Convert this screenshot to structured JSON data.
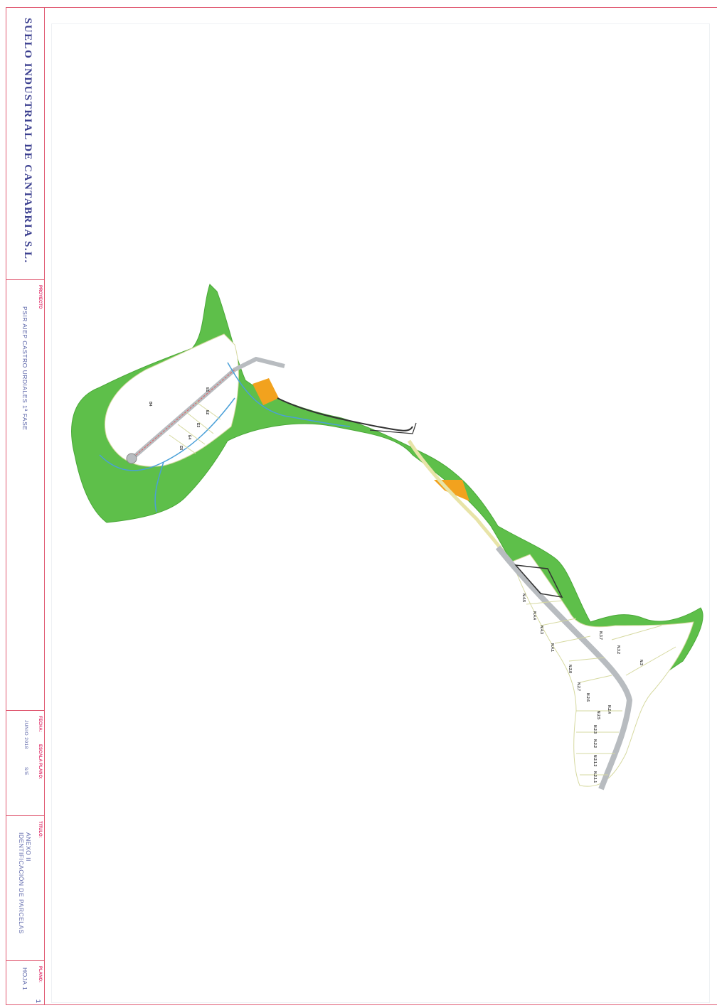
{
  "company": "SUELO INDUSTRIAL DE CANTABRIA S.L.",
  "proyecto": {
    "caption": "PROYECTO",
    "value": "PSIR AIEP CASTRO URDIALES 1ª FASE"
  },
  "fecha": {
    "caption": "FECHA:",
    "value": "JUNIO 2018"
  },
  "escala": {
    "caption": "ESCALA PLANO:",
    "value": "S/E"
  },
  "titulo": {
    "caption": "TITULO:",
    "line1": "ANEXO II",
    "line2": "IDENTIFICACIÓN DE PARCELAS"
  },
  "plano": {
    "caption": "PLANO:",
    "value": "HOJA 1",
    "number": "1"
  },
  "colors": {
    "frame": "#e05a72",
    "company_text": "#3b3f8f",
    "green_zone": "#5ebf4a",
    "orange_zone": "#f2a21e",
    "road": "#b8bcc0",
    "river": "#4aa0d8"
  },
  "parcels": [
    "B4",
    "E1",
    "E2",
    "E3",
    "E4",
    "E5",
    "N.4.5",
    "N.4.4",
    "N.4.3",
    "N.4.1",
    "N.3.7",
    "N.3.2",
    "N.3",
    "N.2.8",
    "N.2.7",
    "N.2.6",
    "N.2.5",
    "N.2.4",
    "N.2.3",
    "N.2.2",
    "N.2.1.2",
    "N.2.1.1"
  ]
}
